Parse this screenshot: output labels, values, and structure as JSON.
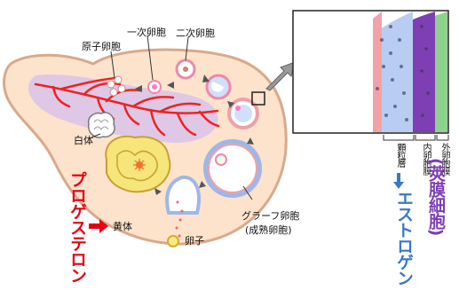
{
  "labels": {
    "primordial_follicle": "原子卵胞",
    "primary_follicle": "一次卵胞",
    "secondary_follicle": "二次卵胞",
    "corpus_albicans": "白体",
    "corpus_luteum": "黄体",
    "ovum": "卵子",
    "graafian_follicle": "グラーフ卵胞",
    "mature_follicle": "(成熟卵胞)",
    "granulosa_layer": "顆粒層",
    "theca_interna": "内卵胞膜",
    "theca_externa": "外卵胞膜",
    "progesterone": "プロゲステロン",
    "estrogen": "エストロゲン",
    "theca_cells": "(莢膜細胞)"
  },
  "colors": {
    "ovary_fill": "#fde3cc",
    "ovary_stroke": "#d9a98a",
    "medulla": "#d8c3ea",
    "vessel": "#ee2222",
    "granulosa": "#b9cdf2",
    "theca": "#7d3fb3",
    "theca_externa": "#8fd18f",
    "corpus_luteum": "#f5e57a",
    "progesterone_text": "#e60012",
    "estrogen_text": "#3a78c9",
    "theca_text": "#7d3fb3",
    "arrow": "#555555"
  }
}
